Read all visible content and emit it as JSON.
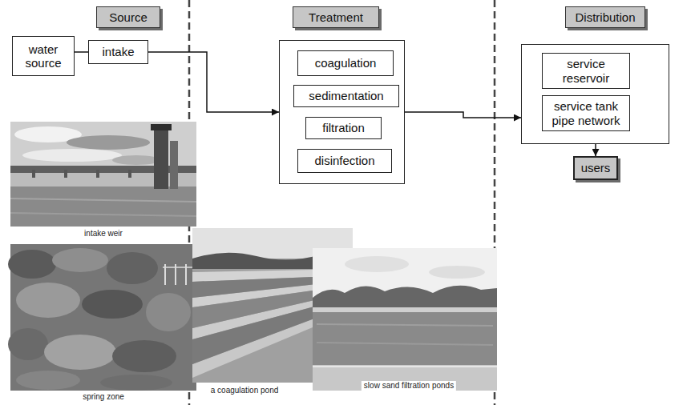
{
  "diagram": {
    "nodes": [
      {
        "text": [
          "Source"
        ]
      },
      {
        "text": [
          "Treatment"
        ]
      },
      {
        "text": [
          "Distribution"
        ]
      },
      {
        "text": [
          "water source"
        ]
      },
      {
        "text": [
          "intake"
        ]
      },
      {
        "text": []
      },
      {
        "text": [
          "coagulation"
        ],
        "in": 5
      },
      {
        "text": [
          "sedimentation"
        ],
        "in": 5
      },
      {
        "text": [
          "filtration"
        ],
        "in": 5
      },
      {
        "text": [
          "disinfection"
        ],
        "in": 5
      },
      {
        "text": []
      },
      {
        "text": [
          "service reservoir"
        ],
        "in": 10
      },
      {
        "text": [
          "service tank pipe network"
        ],
        "in": 10
      },
      {
        "text": [
          "users"
        ]
      }
    ],
    "edges": [
      {
        "from": 3,
        "to": 4,
        "arrow": "none"
      },
      {
        "from": 4,
        "to": 5,
        "arrow": "to"
      },
      {
        "from": 5,
        "to": 10,
        "arrow": "to"
      },
      {
        "from": 10,
        "to": 13,
        "arrow": "to"
      }
    ],
    "labels": [
      "intake weir",
      "spring zone",
      "a coagulation pond",
      "slow sand filtration ponds"
    ]
  }
}
